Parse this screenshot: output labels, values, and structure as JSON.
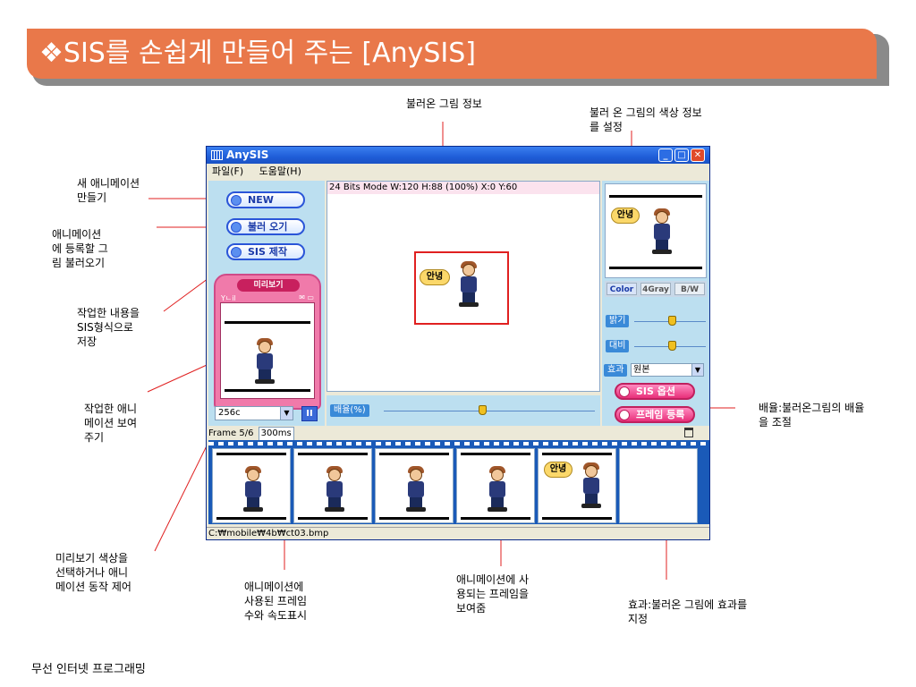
{
  "slide": {
    "title": "❖SIS를 손쉽게 만들어 주는 [AnySIS]",
    "footer": "무선 인터넷 프로그래밍"
  },
  "annotations": {
    "loaded_image_info": "불러온 그림 정보",
    "color_info": "불러 온 그림의 색상 정보\n를 설정",
    "new_animation": "새 애니메이션\n만들기",
    "load_image": "애니메이션\n에 등록할 그\n림 불러오기",
    "save_sis": "작업한 내용을\nSIS형식으로\n저장",
    "preview": "작업한 애니\n메이션 보여\n주기",
    "scale": "배율:불러온그림의 배율\n을 조절",
    "preview_control": "미리보기 색상을\n선택하거나 애니\n메이션 동작 제어",
    "frame_count": "애니메이션에\n사용된 프레임\n수와 속도표시",
    "frames_shown": "애니메이션에 사\n용되는 프레임을\n보여줌",
    "effect": "효과:불러온 그림에 효과를\n지정"
  },
  "window": {
    "title": "AnySIS",
    "menu": [
      "파일(F)",
      "도움말(H)"
    ],
    "buttons": {
      "new": "NEW",
      "load": "불러 오기",
      "sis_make": "SIS 제작",
      "sis_option": "SIS 옵션",
      "frame_register": "프레임 등록"
    },
    "preview_label": "미리보기",
    "preview_status_left": "Yㄴil",
    "preview_status_right": "✉ ▭",
    "color_select": "256c",
    "pause": "II",
    "info_strip": "24 Bits Mode      W:120   H:88 (100%)       X:0   Y:60",
    "zoom_label": "배율(%)",
    "color_modes": [
      "Color",
      "4Gray",
      "B/W"
    ],
    "brightness_label": "밝기",
    "contrast_label": "대비",
    "effect_label": "효과",
    "effect_value": "원본",
    "frame_info": "Frame 5/6",
    "frame_speed": "300ms",
    "status": "C:₩mobile₩4b₩ct03.bmp",
    "bubble_text": "안녕"
  }
}
